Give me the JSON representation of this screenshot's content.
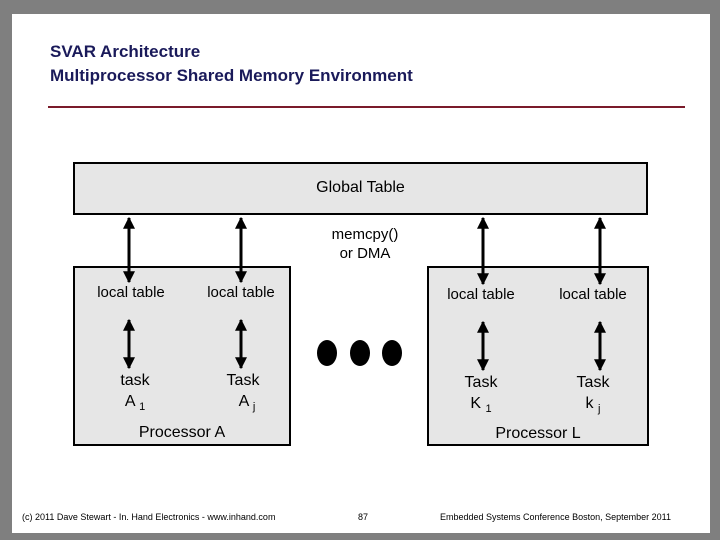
{
  "header": {
    "title_line1": "SVAR Architecture",
    "title_line2": "Multiprocessor Shared Memory Environment"
  },
  "diagram": {
    "global_table": "Global Table",
    "memcpy_line1": "memcpy()",
    "memcpy_line2": "or DMA",
    "processor_a": {
      "label": "Processor A",
      "local_table_1": "local table",
      "local_table_2": "local table",
      "task_1": "task",
      "task_1_sub": "A",
      "task_1_index": "1",
      "task_2": "Task",
      "task_2_sub": "A",
      "task_2_index": "j"
    },
    "processor_l": {
      "label": "Processor L",
      "local_table_1": "local table",
      "local_table_2": "local table",
      "task_1": "Task",
      "task_1_sub": "K",
      "task_1_index": "1",
      "task_2": "Task",
      "task_2_sub": "k",
      "task_2_index": "j"
    }
  },
  "footer": {
    "copyright": "(c) 2011 Dave Stewart - In. Hand Electronics - www.inhand.com",
    "page_number": "87",
    "conference": "Embedded Systems Conference Boston, September 2011"
  }
}
